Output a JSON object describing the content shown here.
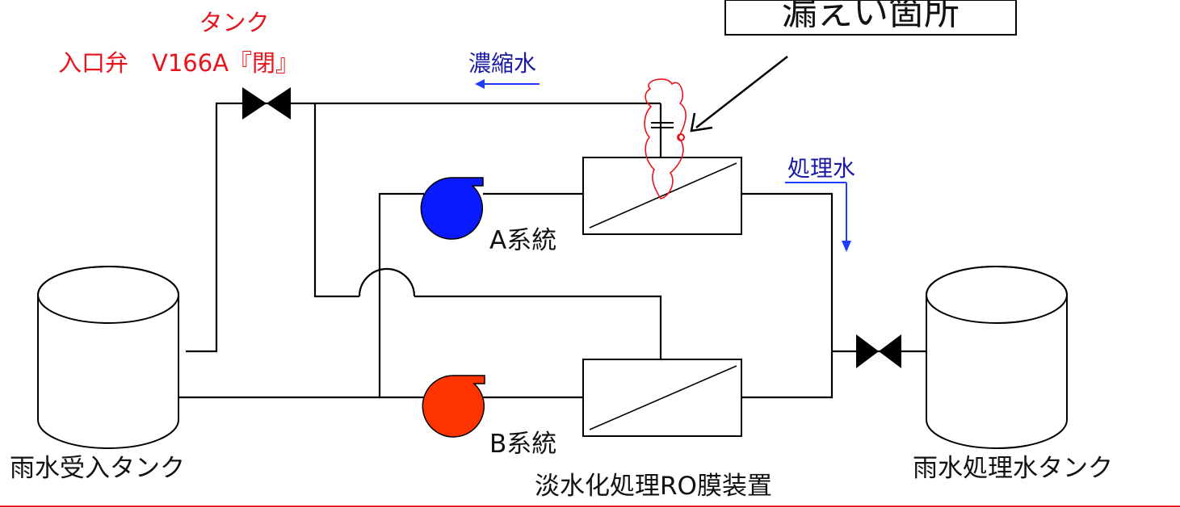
{
  "labels": {
    "valve_line1": "タンク",
    "valve_line2": "入口弁　V166A『閉』",
    "concentrate": "濃縮水",
    "treated": "処理水",
    "leak_callout": "漏えい箇所",
    "system_a": "A系統",
    "system_b": "B系統",
    "device": "淡水化処理RO膜装置",
    "inlet_tank": "雨水受入タンク",
    "treated_tank": "雨水処理水タンク"
  },
  "colors": {
    "valve_text": "#e8141d",
    "flow_text": "#1a1aa6",
    "flow_arrow": "#1f3cff",
    "pump_a": "#0a1aff",
    "pump_b": "#ff3300",
    "leak_mark": "#e8141d",
    "bottom_rule": "#e8141d"
  },
  "icons": {
    "valve": "gate-valve-icon",
    "pump": "centrifugal-pump-icon",
    "membrane": "ro-membrane-icon",
    "tank": "cylindrical-tank-icon"
  }
}
